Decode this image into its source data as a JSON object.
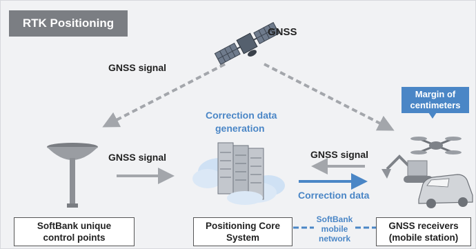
{
  "title": "RTK Positioning",
  "labels": {
    "gnss": "GNSS",
    "gnss_signal_top": "GNSS signal",
    "gnss_signal_left": "GNSS signal",
    "gnss_signal_right": "GNSS signal",
    "correction_gen_line1": "Correction data",
    "correction_gen_line2": "generation",
    "correction_data": "Correction data",
    "margin_line1": "Margin of",
    "margin_line2": "centimeters",
    "network_line1": "SoftBank",
    "network_line2": "mobile",
    "network_line3": "network"
  },
  "boxes": {
    "control_points_line1": "SoftBank unique",
    "control_points_line2": "control points",
    "core_line1": "Positioning Core",
    "core_line2": "System",
    "receivers_line1": "GNSS receivers",
    "receivers_line2": "(mobile station)"
  },
  "colors": {
    "accent_blue": "#4a86c6",
    "arrow_gray": "#a3a6ab",
    "title_gray": "#7b7e83",
    "background": "#f1f2f4"
  }
}
